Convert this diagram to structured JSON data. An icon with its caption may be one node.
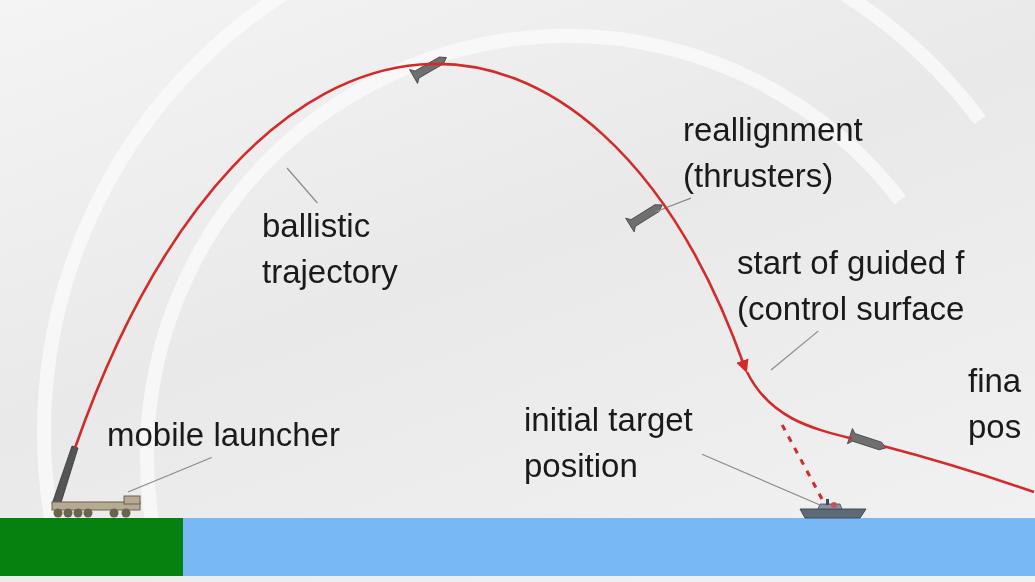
{
  "diagram": {
    "nodes": [
      {
        "text": [
          "ballistic trajectory"
        ]
      },
      {
        "text": [
          "reallignment (thrusters)"
        ]
      },
      {
        "text": [],
        "shape": "picture"
      },
      {
        "text": [
          "start of guided f (control surface"
        ]
      },
      {
        "text": [
          "mobile launcher"
        ]
      },
      {
        "text": [],
        "shape": "picture"
      },
      {
        "text": [
          "initial target position"
        ]
      },
      {
        "text": [],
        "shape": "picture"
      },
      {
        "text": [],
        "shape": "picture"
      }
    ],
    "edges": [
      {
        "from": 0,
        "to": null,
        "arrow": "none"
      },
      {
        "from": 1,
        "to": 2,
        "arrow": "none"
      },
      {
        "from": 3,
        "to": null,
        "arrow": "none"
      },
      {
        "from": 4,
        "to": 5,
        "arrow": "none"
      },
      {
        "from": 6,
        "to": 7,
        "arrow": "none"
      },
      {
        "from": 5,
        "to": null,
        "arrow": "to",
        "color": "#d42a2a"
      },
      {
        "from": 7,
        "to": null,
        "arrow": "none",
        "style": "dashed",
        "color": "#d42a2a"
      },
      {
        "from": null,
        "to": 8,
        "arrow": "none",
        "color": "#d42a2a"
      },
      {
        "from": 8,
        "to": null,
        "arrow": "none",
        "color": "#d42a2a"
      }
    ],
    "labels": [
      "fina pos"
    ]
  }
}
